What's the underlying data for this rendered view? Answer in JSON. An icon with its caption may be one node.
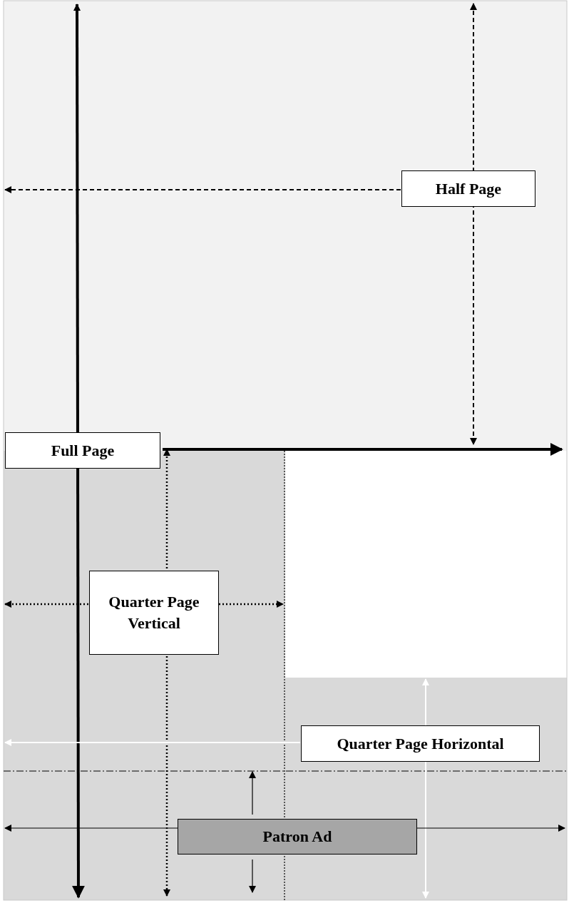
{
  "diagram": {
    "nodes": [
      {
        "text": [
          "Half Page"
        ]
      },
      {
        "text": [
          "Full Page"
        ]
      },
      {
        "text": [
          "Quarter Page Vertical"
        ]
      },
      {
        "text": [
          "Quarter Page Horizontal"
        ]
      },
      {
        "text": [
          "Patron Ad"
        ]
      }
    ]
  }
}
